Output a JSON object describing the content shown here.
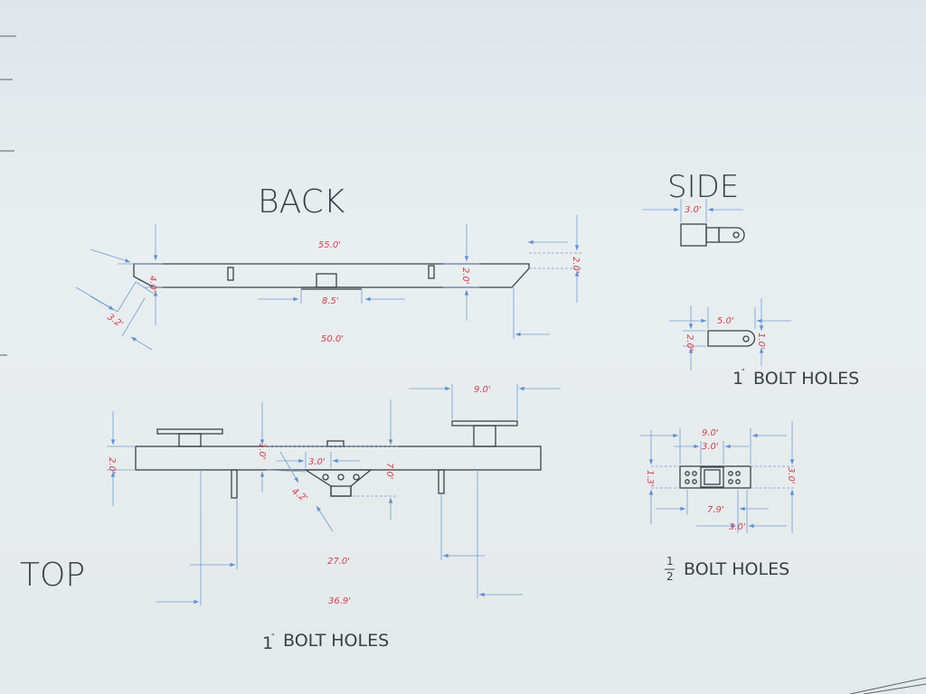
{
  "views": {
    "back": {
      "title": "BACK",
      "dims": {
        "length_top": "55.0'",
        "length_bottom": "50.0'",
        "height_left": "4.0'",
        "height_right_inner": "2.0'",
        "height_right_outer": "2.0'",
        "chamfer": "3.2'",
        "center_tab": "8.5'"
      }
    },
    "side": {
      "title": "SIDE",
      "dims": {
        "width": "3.0'"
      }
    },
    "bracket": {
      "label_prefix": "1",
      "label_unit": "\"",
      "label": "BOLT HOLES",
      "dims": {
        "length": "5.0'",
        "height": "2.0'",
        "hole": "1.0'"
      }
    },
    "plate": {
      "label_num": "1",
      "label_den": "2",
      "label": "BOLT HOLES",
      "dims": {
        "overall": "9.0'",
        "inner_top": "3.0'",
        "bottom_span": "7.9'",
        "bottom_inner": "3.0'",
        "height_right": "3.0'",
        "height_left": "1.3'"
      }
    },
    "top": {
      "title": "TOP",
      "label_prefix": "1",
      "label_unit": "\"",
      "label": "BOLT HOLES",
      "dims": {
        "right_plate": "9.0'",
        "height_left": "2.0'",
        "offset_left": "1.0'",
        "gusset_width": "3.0'",
        "gusset_height": "7.0'",
        "gusset_angle": "4.2'",
        "span_inner": "27.0'",
        "span_outer": "36.9'"
      }
    }
  }
}
